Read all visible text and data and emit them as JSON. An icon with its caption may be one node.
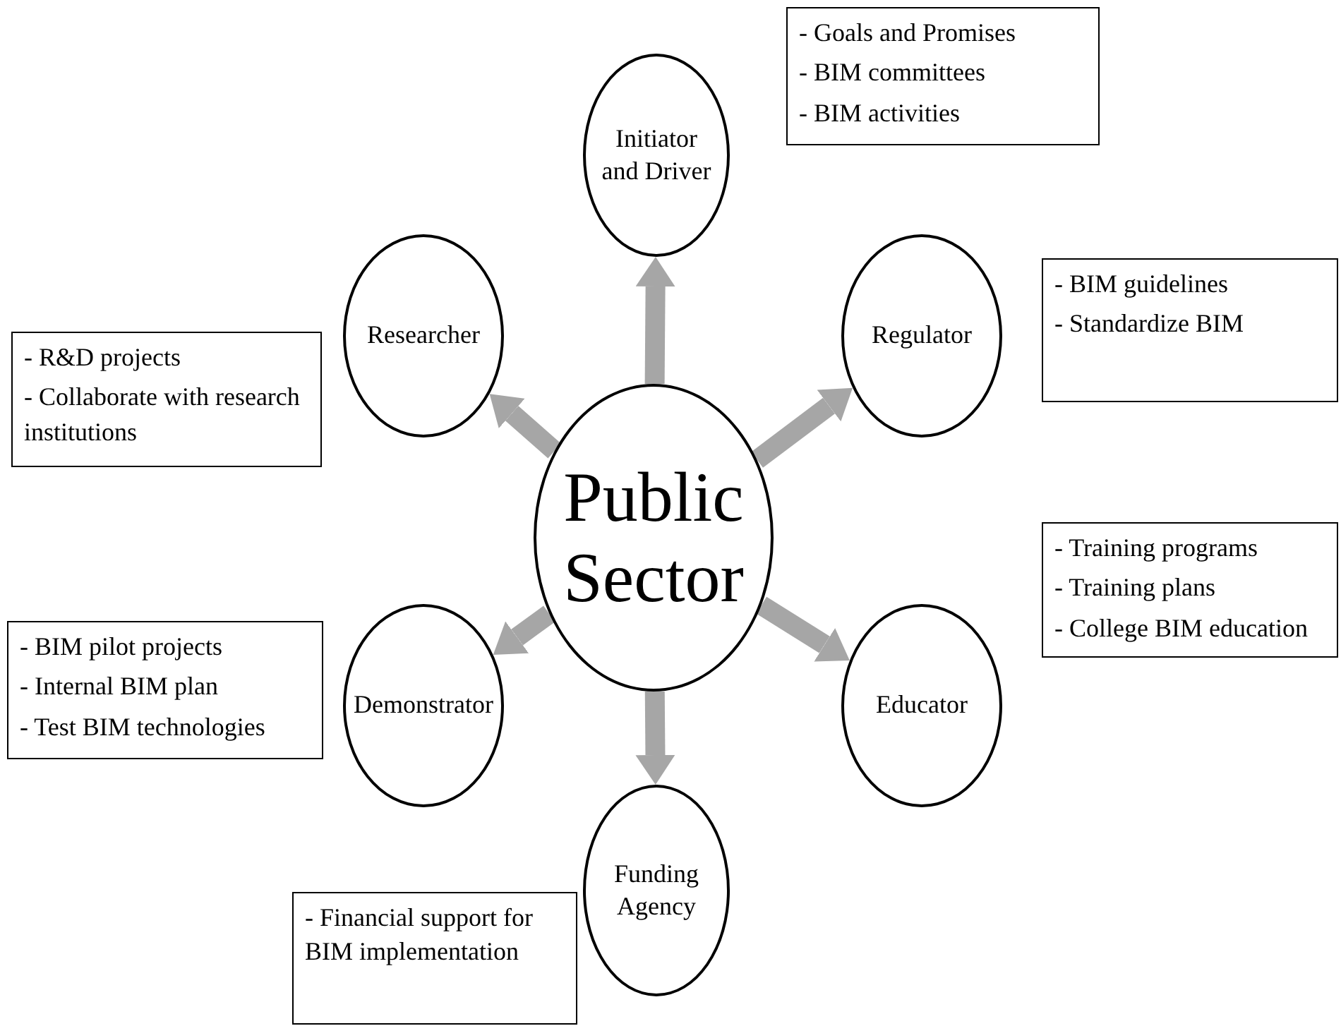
{
  "diagram": {
    "nodes": [
      {
        "text": [
          "Initiator and Driver"
        ]
      },
      {
        "text": [
          "- Goals and Promises",
          "- BIM committees",
          "- BIM activities"
        ]
      },
      {
        "text": [
          "Researcher"
        ]
      },
      {
        "text": [
          "- R&D projects",
          "- Collaborate with research institutions"
        ]
      },
      {
        "text": [
          "Regulator"
        ]
      },
      {
        "text": [
          "- BIM guidelines",
          "- Standardize BIM"
        ]
      },
      {
        "text": [
          "Public Sector"
        ]
      },
      {
        "text": [
          "- Training programs",
          "- Training plans",
          "- College BIM education"
        ]
      },
      {
        "text": [
          "- BIM pilot projects",
          "- Internal BIM plan",
          "- Test BIM technologies"
        ]
      },
      {
        "text": [
          "Demonstrator"
        ]
      },
      {
        "text": [
          "Educator"
        ]
      },
      {
        "text": [
          "Funding Agency"
        ]
      },
      {
        "text": [
          "- Financial support for BIM implementation"
        ]
      }
    ],
    "edges": [
      {
        "from": 6,
        "to": 0,
        "arrow": "to"
      },
      {
        "from": 6,
        "to": 4,
        "arrow": "to"
      },
      {
        "from": 6,
        "to": 10,
        "arrow": "to"
      },
      {
        "from": 6,
        "to": 11,
        "arrow": "to"
      },
      {
        "from": 6,
        "to": 9,
        "arrow": "to"
      },
      {
        "from": 6,
        "to": 2,
        "arrow": "to"
      }
    ]
  }
}
